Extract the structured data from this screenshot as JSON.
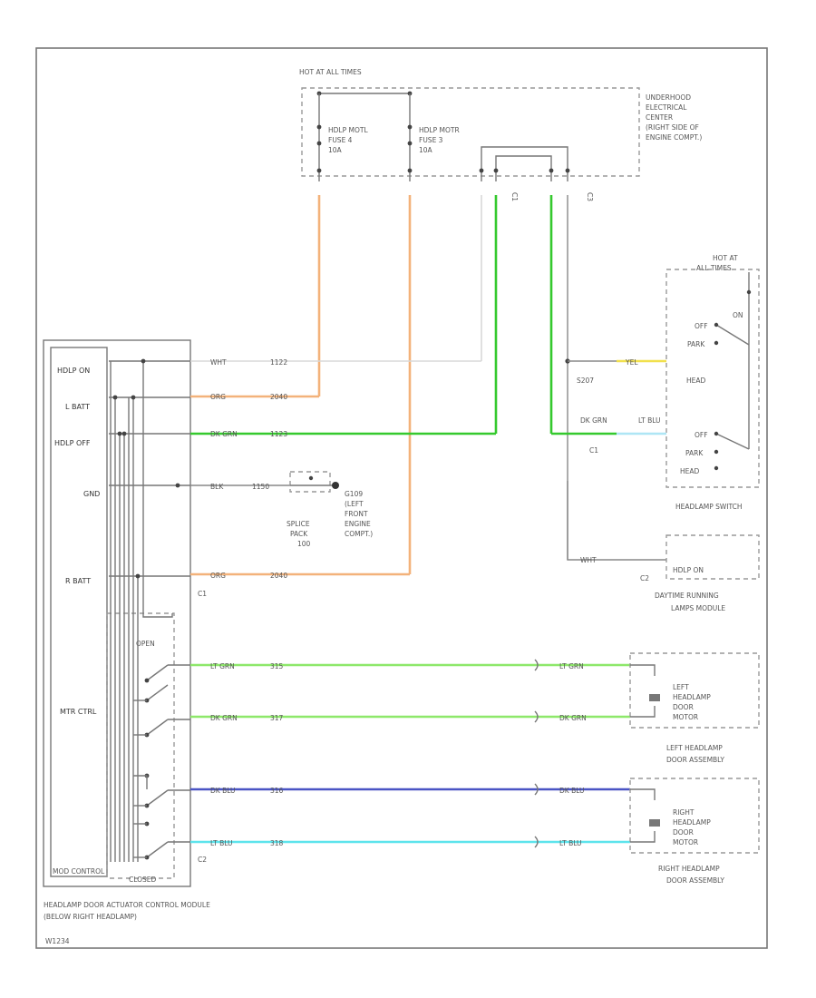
{
  "colors": {
    "orange": "#f3b27a",
    "green": "#35c92e",
    "light_green": "#8ee86a",
    "dark_green": "#46b93c",
    "blue": "#4a54c4",
    "cyan": "#5de4ec",
    "yellow": "#f1e04c",
    "light_blue": "#aee6f5",
    "white_wire": "#d8d8d8",
    "grey": "#888888"
  },
  "labels": {
    "hot_at_all_times_top": "HOT AT ALL TIMES",
    "fuse_left": [
      "HDLP MOTL",
      "FUSE 4",
      "10A"
    ],
    "fuse_right": [
      "HDLP MOTR",
      "FUSE 3",
      "10A"
    ],
    "underhood": [
      "UNDERHOOD",
      "ELECTRICAL",
      "CENTER",
      "(RIGHT SIDE OF",
      "ENGINE COMPT.)"
    ],
    "pin_c_left": "C1",
    "pin_c_right": "C3",
    "hot_at_all_times_switch": [
      "HOT AT",
      "ALL TIMES"
    ],
    "switch_off": "OFF",
    "switch_on": "ON",
    "switch_park": "PARK",
    "switch_head": "HEAD",
    "headlamp_switch": "HEADLAMP SWITCH",
    "module_pins": [
      "HDLP ON",
      "L BATT",
      "HDLP OFF",
      "GND",
      "R BATT",
      "MTR CTRL"
    ],
    "wire_hdlp_on": "WHT",
    "wire_hdlp_on_circuit": "1122",
    "wire_lbatt": "ORG",
    "wire_lbatt_circuit": "2040",
    "wire_hdlp_off": "DK GRN",
    "wire_hdlp_off_circuit": "1123",
    "wire_gnd": "BLK",
    "wire_gnd_circuit": "1150",
    "splice_pack": [
      "SPLICE",
      "PACK",
      "100"
    ],
    "ground": [
      "G109",
      "(LEFT",
      "FRONT",
      "ENGINE",
      "COMPT.)"
    ],
    "wire_rbatt": "ORG",
    "wire_rbatt_circuit": "2040",
    "c1": "C1",
    "s207": "S207",
    "switch_wire_yel": "YEL",
    "switch_wire_dkgrn": "DK GRN",
    "switch_wire_ltblu": "LT BLU",
    "c1b": "C1",
    "drl_wire": "WHT",
    "drl_label": "HDLP ON",
    "drl_module": [
      "DAYTIME RUNNING",
      "LAMPS MODULE"
    ],
    "c2": "C2",
    "open": "OPEN",
    "closed": "CLOSED",
    "mtr_wires": [
      {
        "color": "LT GRN",
        "circuit": "315"
      },
      {
        "color": "DK GRN",
        "circuit": "317"
      },
      {
        "color": "DK BLU",
        "circuit": "316"
      },
      {
        "color": "LT BLU",
        "circuit": "318"
      }
    ],
    "left_motor": [
      "LEFT",
      "HEADLAMP",
      "DOOR",
      "MOTOR"
    ],
    "left_assembly": [
      "LEFT HEADLAMP",
      "DOOR ASSEMBLY"
    ],
    "right_motor": [
      "RIGHT",
      "HEADLAMP",
      "DOOR",
      "MOTOR"
    ],
    "right_assembly": [
      "RIGHT HEADLAMP",
      "DOOR ASSEMBLY"
    ],
    "module_caption": [
      "HEADLAMP DOOR ACTUATOR CONTROL MODULE",
      "(BELOW RIGHT HEADLAMP)"
    ],
    "module_box_label": "MOD CONTROL",
    "figure_id": "W1234"
  }
}
